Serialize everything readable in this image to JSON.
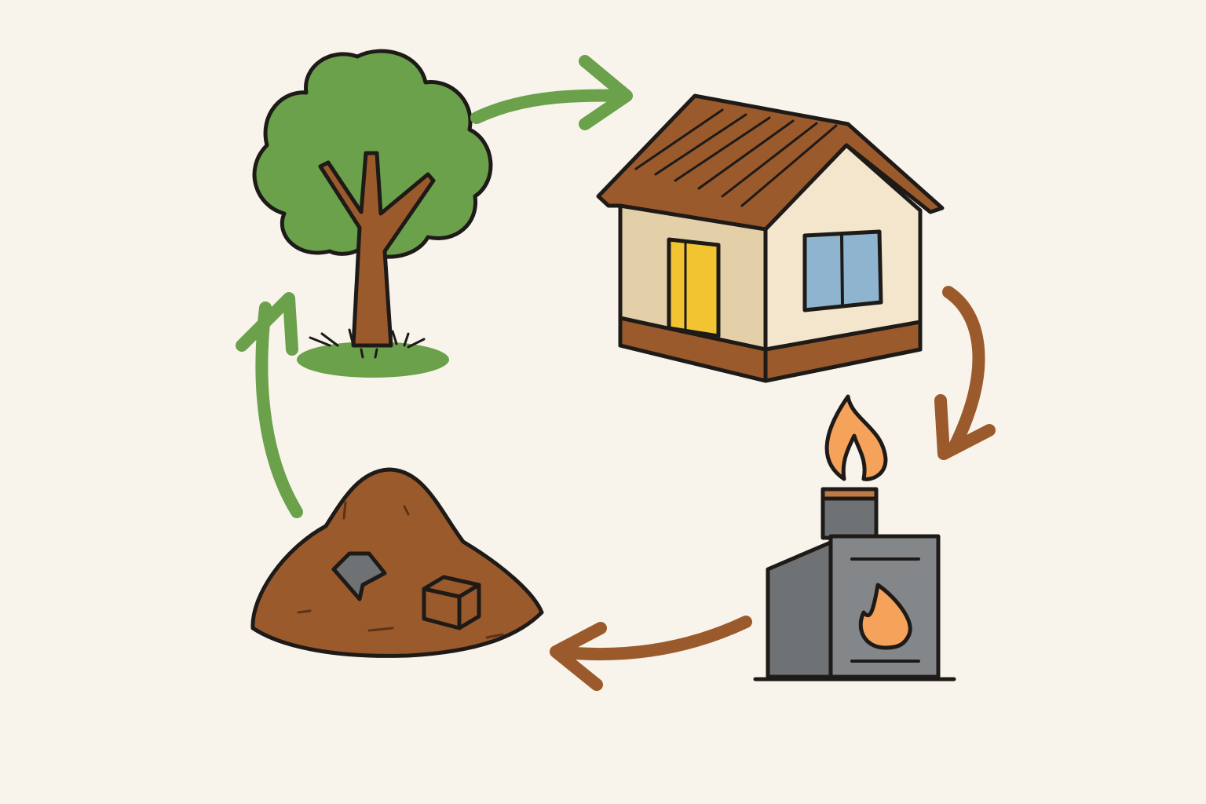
{
  "diagram": {
    "type": "cycle",
    "nodes": [
      {
        "id": "tree",
        "icon": "tree-icon"
      },
      {
        "id": "house",
        "icon": "house-icon"
      },
      {
        "id": "incinerator",
        "icon": "incinerator-factory-icon"
      },
      {
        "id": "landfill",
        "icon": "dirt-pile-icon"
      }
    ],
    "edges": [
      {
        "from": "tree",
        "to": "house",
        "color": "#6aa14a"
      },
      {
        "from": "house",
        "to": "incinerator",
        "color": "#9b5a2b"
      },
      {
        "from": "incinerator",
        "to": "landfill",
        "color": "#9b5a2b"
      },
      {
        "from": "landfill",
        "to": "tree",
        "color": "#6aa14a"
      }
    ]
  },
  "colors": {
    "background": "#f8f4ec",
    "green": "#6aa14a",
    "brown": "#9b5a2b",
    "outline": "#1e1a18",
    "wall": "#e3cfa8",
    "wall_light": "#f3e6cc",
    "door": "#f2c431",
    "window": "#8fb4cf",
    "factory": "#6f7275",
    "flame": "#f5a25a"
  }
}
